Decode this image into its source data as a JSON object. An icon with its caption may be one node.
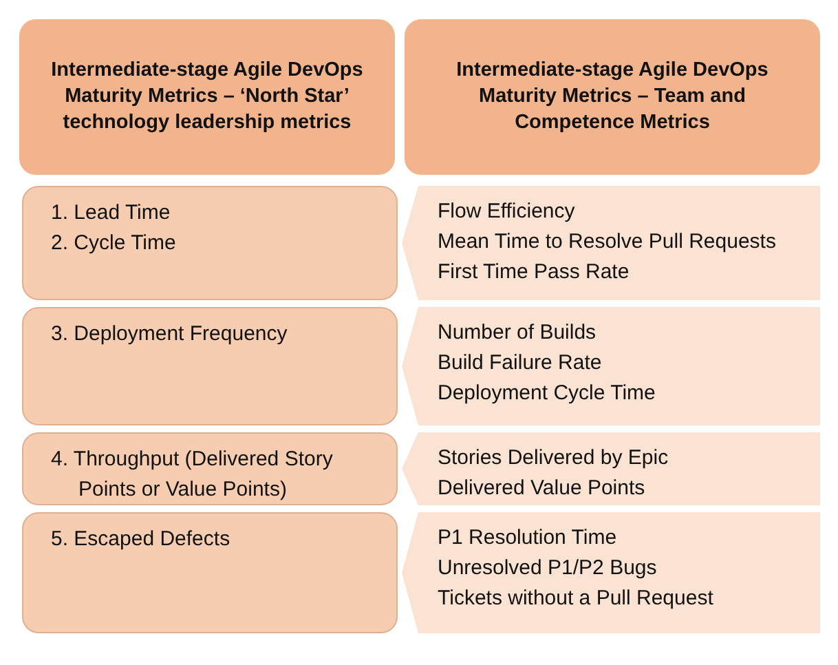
{
  "diagram": {
    "nodes": [
      {
        "text": [
          "Intermediate-stage Agile DevOps Maturity Metrics – ‘North Star’ technology leadership metrics"
        ]
      },
      {
        "text": [
          "Intermediate-stage Agile DevOps Maturity Metrics – Team and Competence Metrics"
        ]
      },
      {
        "text": [
          "1. Lead Time",
          "2. Cycle Time"
        ]
      },
      {
        "text": [
          "Flow Efficiency",
          "Mean Time to Resolve Pull Requests",
          "First Time Pass Rate"
        ]
      },
      {
        "text": [
          "3. Deployment Frequency"
        ]
      },
      {
        "text": [
          "Number of Builds",
          "Build Failure Rate",
          "Deployment Cycle Time"
        ]
      },
      {
        "text": [
          "4. Throughput (Delivered Story Points or Value Points)"
        ]
      },
      {
        "text": [
          "Stories Delivered by Epic",
          "Delivered Value Points"
        ]
      },
      {
        "text": [
          "5. Escaped Defects"
        ]
      },
      {
        "text": [
          "P1 Resolution Time",
          "Unresolved P1/P2 Bugs",
          "Tickets without a Pull Request"
        ]
      }
    ]
  }
}
